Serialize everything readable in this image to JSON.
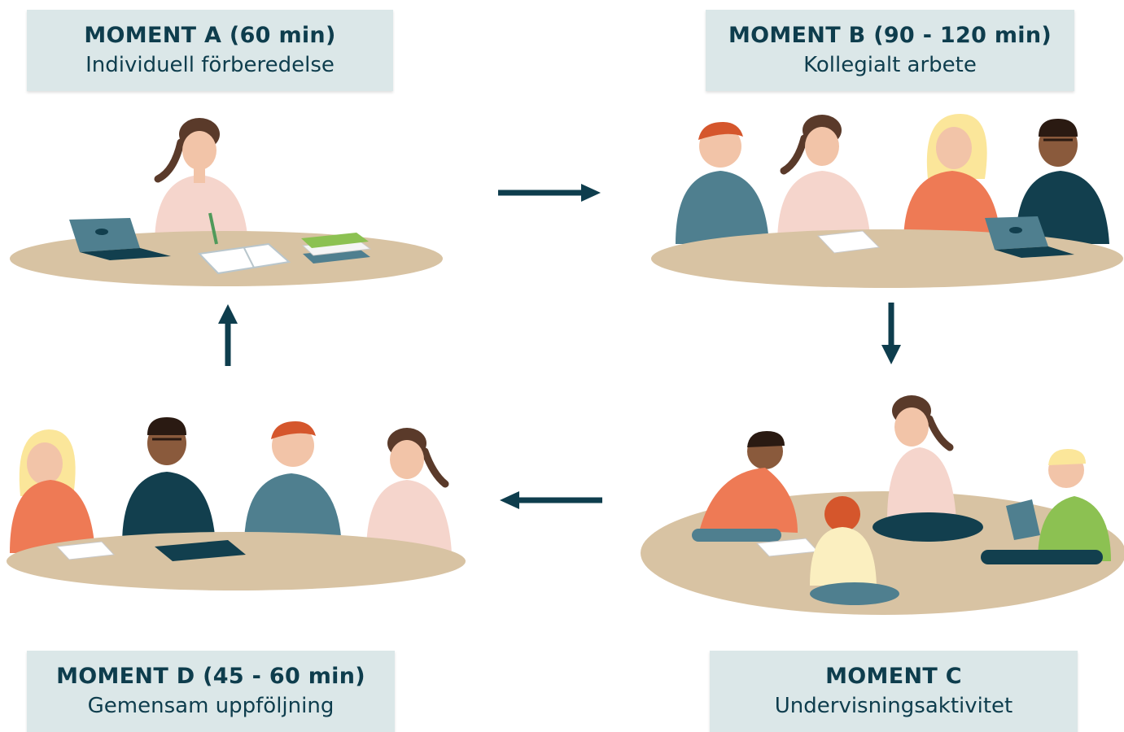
{
  "moments": {
    "a": {
      "title": "MOMENT A (60 min)",
      "subtitle": "Individuell förberedelse"
    },
    "b": {
      "title": "MOMENT B (90 - 120 min)",
      "subtitle": "Kollegialt arbete"
    },
    "c": {
      "title": "MOMENT C",
      "subtitle": "Undervisningsaktivitet"
    },
    "d": {
      "title": "MOMENT D (45 - 60 min)",
      "subtitle": "Gemensam uppföljning"
    }
  },
  "colors": {
    "label_bg": "#dbe7e8",
    "label_text": "#0e3d4d",
    "arrow": "#0e3d4d",
    "table": "#d8c3a3",
    "floor": "#d8c3a3",
    "shirt_pink": "#f5d5cc",
    "shirt_teal": "#4f7f8f",
    "shirt_orange": "#ee7a55",
    "shirt_navy": "#123f4e",
    "shirt_green": "#8cc152",
    "shirt_yellow": "#fbefc0"
  },
  "arrows": [
    "right",
    "down",
    "left",
    "up"
  ]
}
